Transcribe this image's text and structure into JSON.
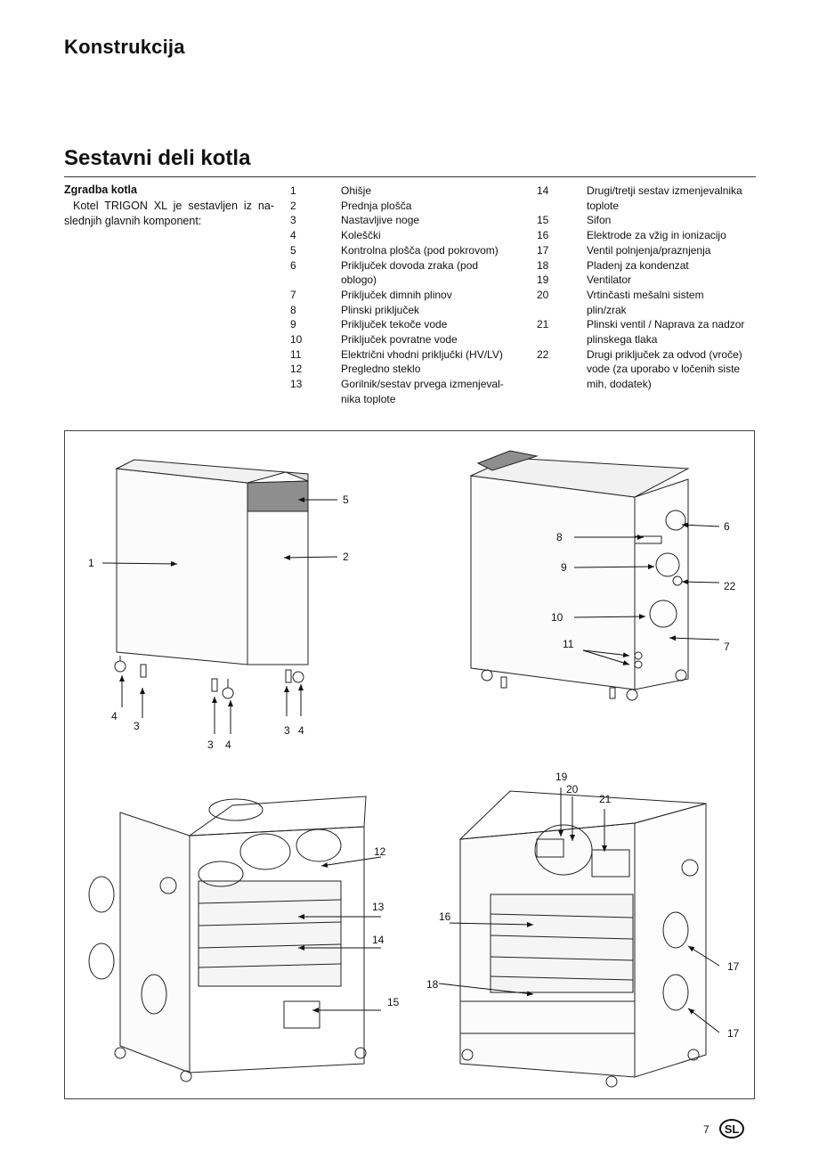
{
  "header": {
    "section_title": "Konstrukcija"
  },
  "main": {
    "title": "Sestavni deli kotla",
    "intro_title": "Zgradba kotla",
    "intro_text": "Kotel TRIGON XL je sestavljen iz na-slednjih glavnih komponent:",
    "components_col1": [
      {
        "num": "1",
        "label": "Ohišje"
      },
      {
        "num": "2",
        "label": "Prednja plošča"
      },
      {
        "num": "3",
        "label": "Nastavljive noge"
      },
      {
        "num": "4",
        "label": "Koleščki"
      },
      {
        "num": "5",
        "label": "Kontrolna plošča (pod pokrovom)"
      },
      {
        "num": "6",
        "label": "Priključek dovoda zraka (pod oblogo)"
      },
      {
        "num": "7",
        "label": "Priključek dimnih plinov"
      },
      {
        "num": "8",
        "label": "Plinski priključek"
      },
      {
        "num": "9",
        "label": "Priključek tekoče vode"
      },
      {
        "num": "10",
        "label": "Priključek povratne vode"
      },
      {
        "num": "11",
        "label": "Električni vhodni priključki (HV/LV)"
      },
      {
        "num": "12",
        "label": "Pregledno steklo"
      },
      {
        "num": "13",
        "label": "Gorilnik/sestav prvega izmenjeval-nika toplote"
      }
    ],
    "components_col2": [
      {
        "num": "14",
        "label": "Drugi/tretji sestav izmenjevalnika toplote"
      },
      {
        "num": "15",
        "label": "Sifon"
      },
      {
        "num": "16",
        "label": "Elektrode za vžig in ionizacijo"
      },
      {
        "num": "17",
        "label": "Ventil polnjenja/praznjenja"
      },
      {
        "num": "18",
        "label": "Pladenj za kondenzat"
      },
      {
        "num": "19",
        "label": "Ventilator"
      },
      {
        "num": "20",
        "label": "Vrtinčasti mešalni sistem plin/zrak"
      },
      {
        "num": "21",
        "label": "Plinski ventil / Naprava za nadzor plinskega tlaka"
      },
      {
        "num": "22",
        "label": "Drugi priključek za odvod (vroče) vode (za uporabo v ločenih siste mih, dodatek)"
      }
    ]
  },
  "figure": {
    "callouts_view1": [
      "1",
      "2",
      "5",
      "4",
      "3",
      "3",
      "4",
      "3",
      "4"
    ],
    "callouts_view2": [
      "6",
      "8",
      "9",
      "22",
      "10",
      "11",
      "7"
    ],
    "callouts_view3": [
      "12",
      "13",
      "14",
      "15"
    ],
    "callouts_view4": [
      "19",
      "20",
      "21",
      "16",
      "18",
      "17",
      "17"
    ]
  },
  "footer": {
    "page_number": "7",
    "language_badge": "SL"
  }
}
